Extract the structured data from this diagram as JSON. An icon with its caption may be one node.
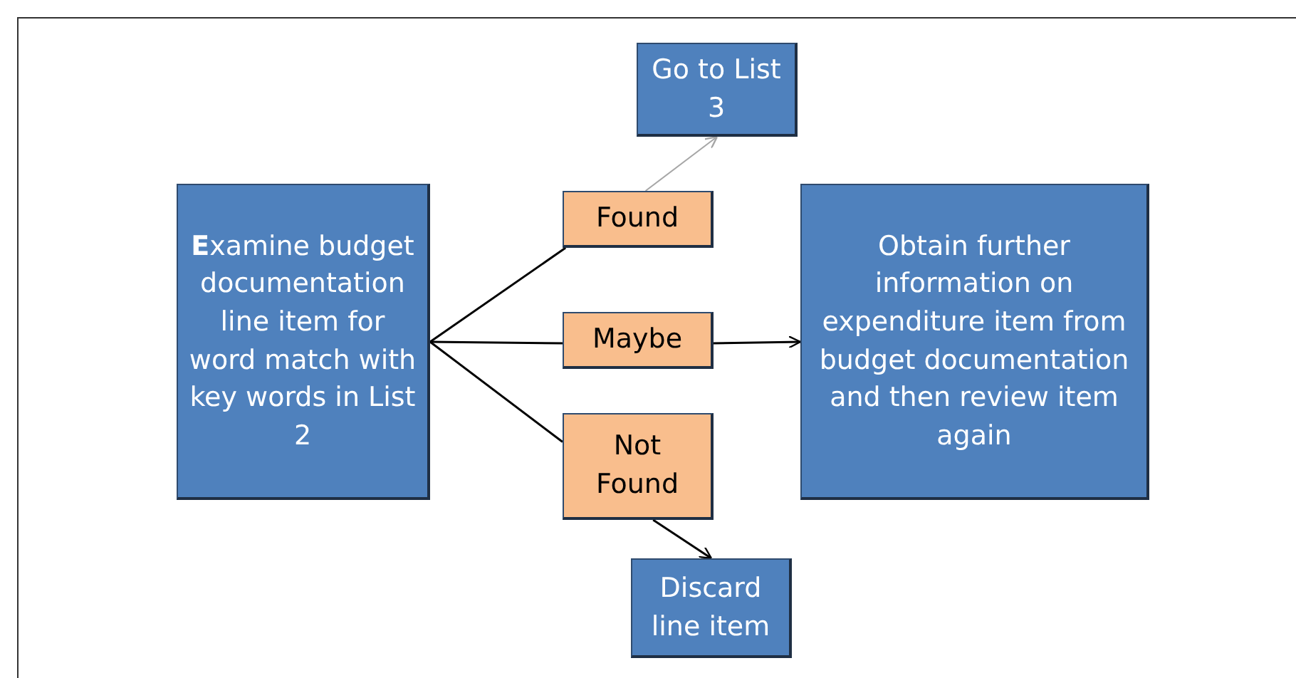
{
  "diagram": {
    "nodes": [
      {
        "text": [
          "**E**xamine budget documentation line item for word match with key words in List 2"
        ]
      },
      {
        "text": [
          "Found"
        ]
      },
      {
        "text": [
          "Maybe"
        ]
      },
      {
        "text": [
          "Not Found"
        ]
      },
      {
        "text": [
          "Go to List 3"
        ]
      },
      {
        "text": [
          "Obtain further information on expenditure item from budget documentation and then review item again"
        ]
      },
      {
        "text": [
          "Discard line item"
        ]
      }
    ],
    "edges": [
      {
        "from": 0,
        "to": 1,
        "arrow": "none"
      },
      {
        "from": 0,
        "to": 2,
        "arrow": "none"
      },
      {
        "from": 0,
        "to": 3,
        "arrow": "none"
      },
      {
        "from": 1,
        "to": 4,
        "arrow": "to",
        "color": "#a6a6a6"
      },
      {
        "from": 2,
        "to": 5,
        "arrow": "to"
      },
      {
        "from": 3,
        "to": 6,
        "arrow": "to"
      }
    ]
  }
}
